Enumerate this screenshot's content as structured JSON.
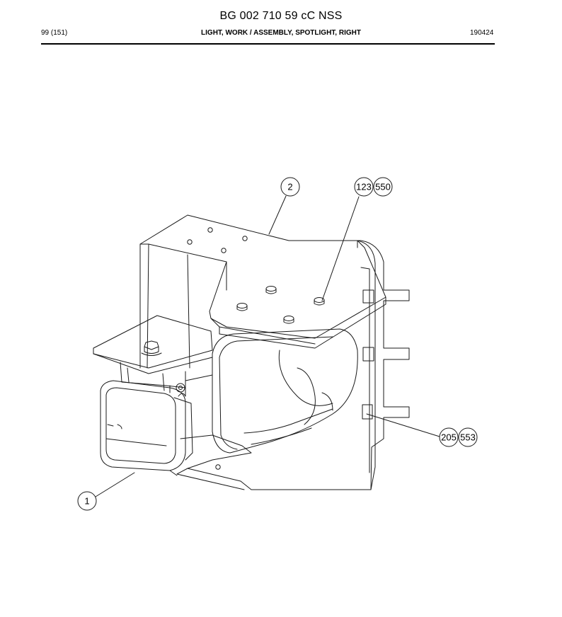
{
  "document": {
    "title": "BG 002 710 59 cC NSS",
    "page": "99 (151)",
    "heading": "LIGHT, WORK / ASSEMBLY, SPOTLIGHT, RIGHT",
    "code": "190424"
  },
  "callouts": [
    {
      "id": "callout-2",
      "labels": [
        "2"
      ]
    },
    {
      "id": "callout-123-550",
      "labels": [
        "123",
        "550"
      ]
    },
    {
      "id": "callout-205-553",
      "labels": [
        "205",
        "553"
      ]
    },
    {
      "id": "callout-1",
      "labels": [
        "1"
      ]
    }
  ],
  "colors": {
    "line": "#1a1a1a",
    "background": "#ffffff"
  }
}
